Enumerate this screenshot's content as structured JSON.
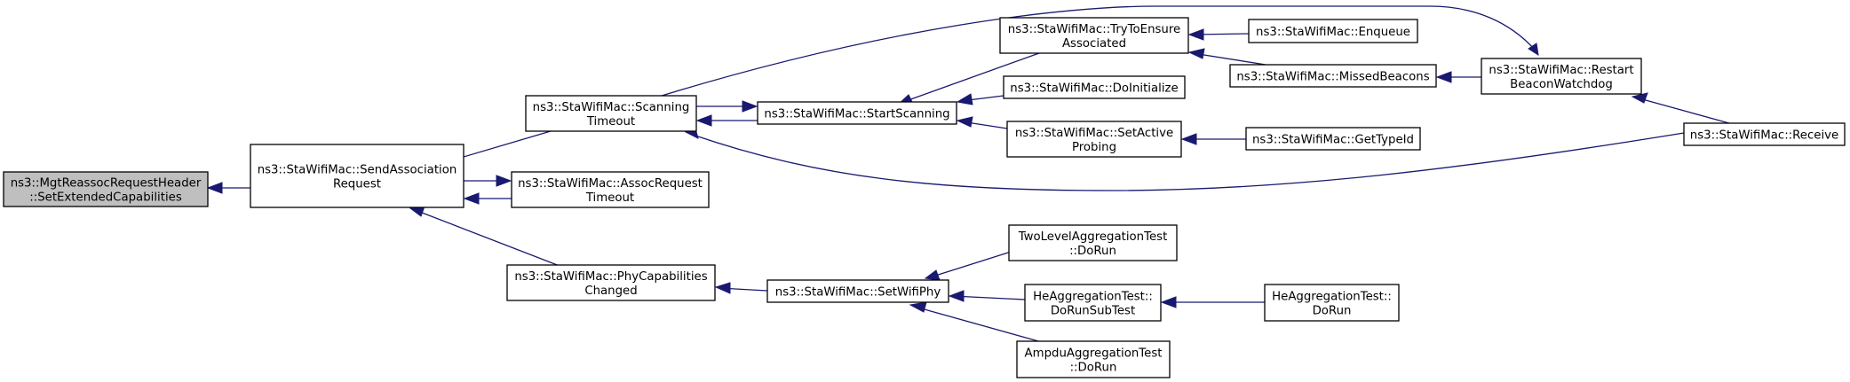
{
  "graph": {
    "edge_color": "#191970",
    "root_fill": "#bfbfbf",
    "nodes": {
      "set_extended_capabilities": [
        "ns3::MgtReassocRequestHeader",
        "::SetExtendedCapabilities"
      ],
      "send_association_request": [
        "ns3::StaWifiMac::SendAssociation",
        "Request"
      ],
      "scanning_timeout": [
        "ns3::StaWifiMac::Scanning",
        "Timeout"
      ],
      "assoc_request_timeout": [
        "ns3::StaWifiMac::AssocRequest",
        "Timeout"
      ],
      "phy_capabilities_changed": [
        "ns3::StaWifiMac::PhyCapabilities",
        "Changed"
      ],
      "start_scanning": [
        "ns3::StaWifiMac::StartScanning"
      ],
      "try_to_ensure_associated": [
        "ns3::StaWifiMac::TryToEnsure",
        "Associated"
      ],
      "do_initialize": [
        "ns3::StaWifiMac::DoInitialize"
      ],
      "set_active_probing": [
        "ns3::StaWifiMac::SetActive",
        "Probing"
      ],
      "enqueue": [
        "ns3::StaWifiMac::Enqueue"
      ],
      "missed_beacons": [
        "ns3::StaWifiMac::MissedBeacons"
      ],
      "restart_beacon_watchdog": [
        "ns3::StaWifiMac::Restart",
        "BeaconWatchdog"
      ],
      "receive": [
        "ns3::StaWifiMac::Receive"
      ],
      "get_type_id": [
        "ns3::StaWifiMac::GetTypeId"
      ],
      "set_wifi_phy": [
        "ns3::StaWifiMac::SetWifiPhy"
      ],
      "two_level_do_run": [
        "TwoLevelAggregationTest",
        "::DoRun"
      ],
      "he_do_run_sub_test": [
        "HeAggregationTest::",
        "DoRunSubTest"
      ],
      "ampdu_do_run": [
        "AmpduAggregationTest",
        "::DoRun"
      ],
      "he_do_run": [
        "HeAggregationTest::",
        "DoRun"
      ]
    }
  }
}
